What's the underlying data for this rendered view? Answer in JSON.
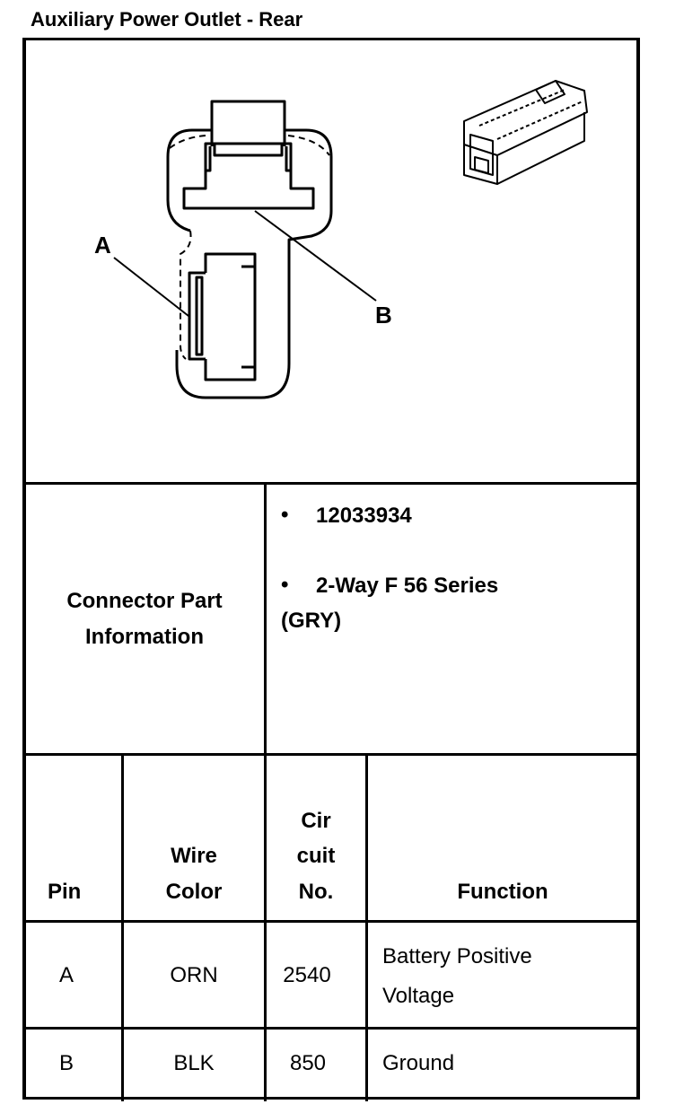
{
  "title": "Auxiliary Power Outlet - Rear",
  "diagram": {
    "label_a": "A",
    "label_b": "B"
  },
  "connector_info": {
    "label_line1": "Connector Part",
    "label_line2": "Information",
    "part_number": "12033934",
    "description_line1": "2-Way F 56 Series",
    "description_line2": "(GRY)",
    "bullet": "•"
  },
  "table": {
    "headers": {
      "pin": "Pin",
      "wire_color_line1": "Wire",
      "wire_color_line2": "Color",
      "circuit_line1": "Cir",
      "circuit_line2": "cuit",
      "circuit_line3": "No.",
      "function": "Function"
    },
    "rows": [
      {
        "pin": "A",
        "wire_color": "ORN",
        "circuit": "2540",
        "function_line1": "Battery Positive",
        "function_line2": "Voltage"
      },
      {
        "pin": "B",
        "wire_color": "BLK",
        "circuit": "850",
        "function_line1": "Ground",
        "function_line2": ""
      }
    ]
  }
}
